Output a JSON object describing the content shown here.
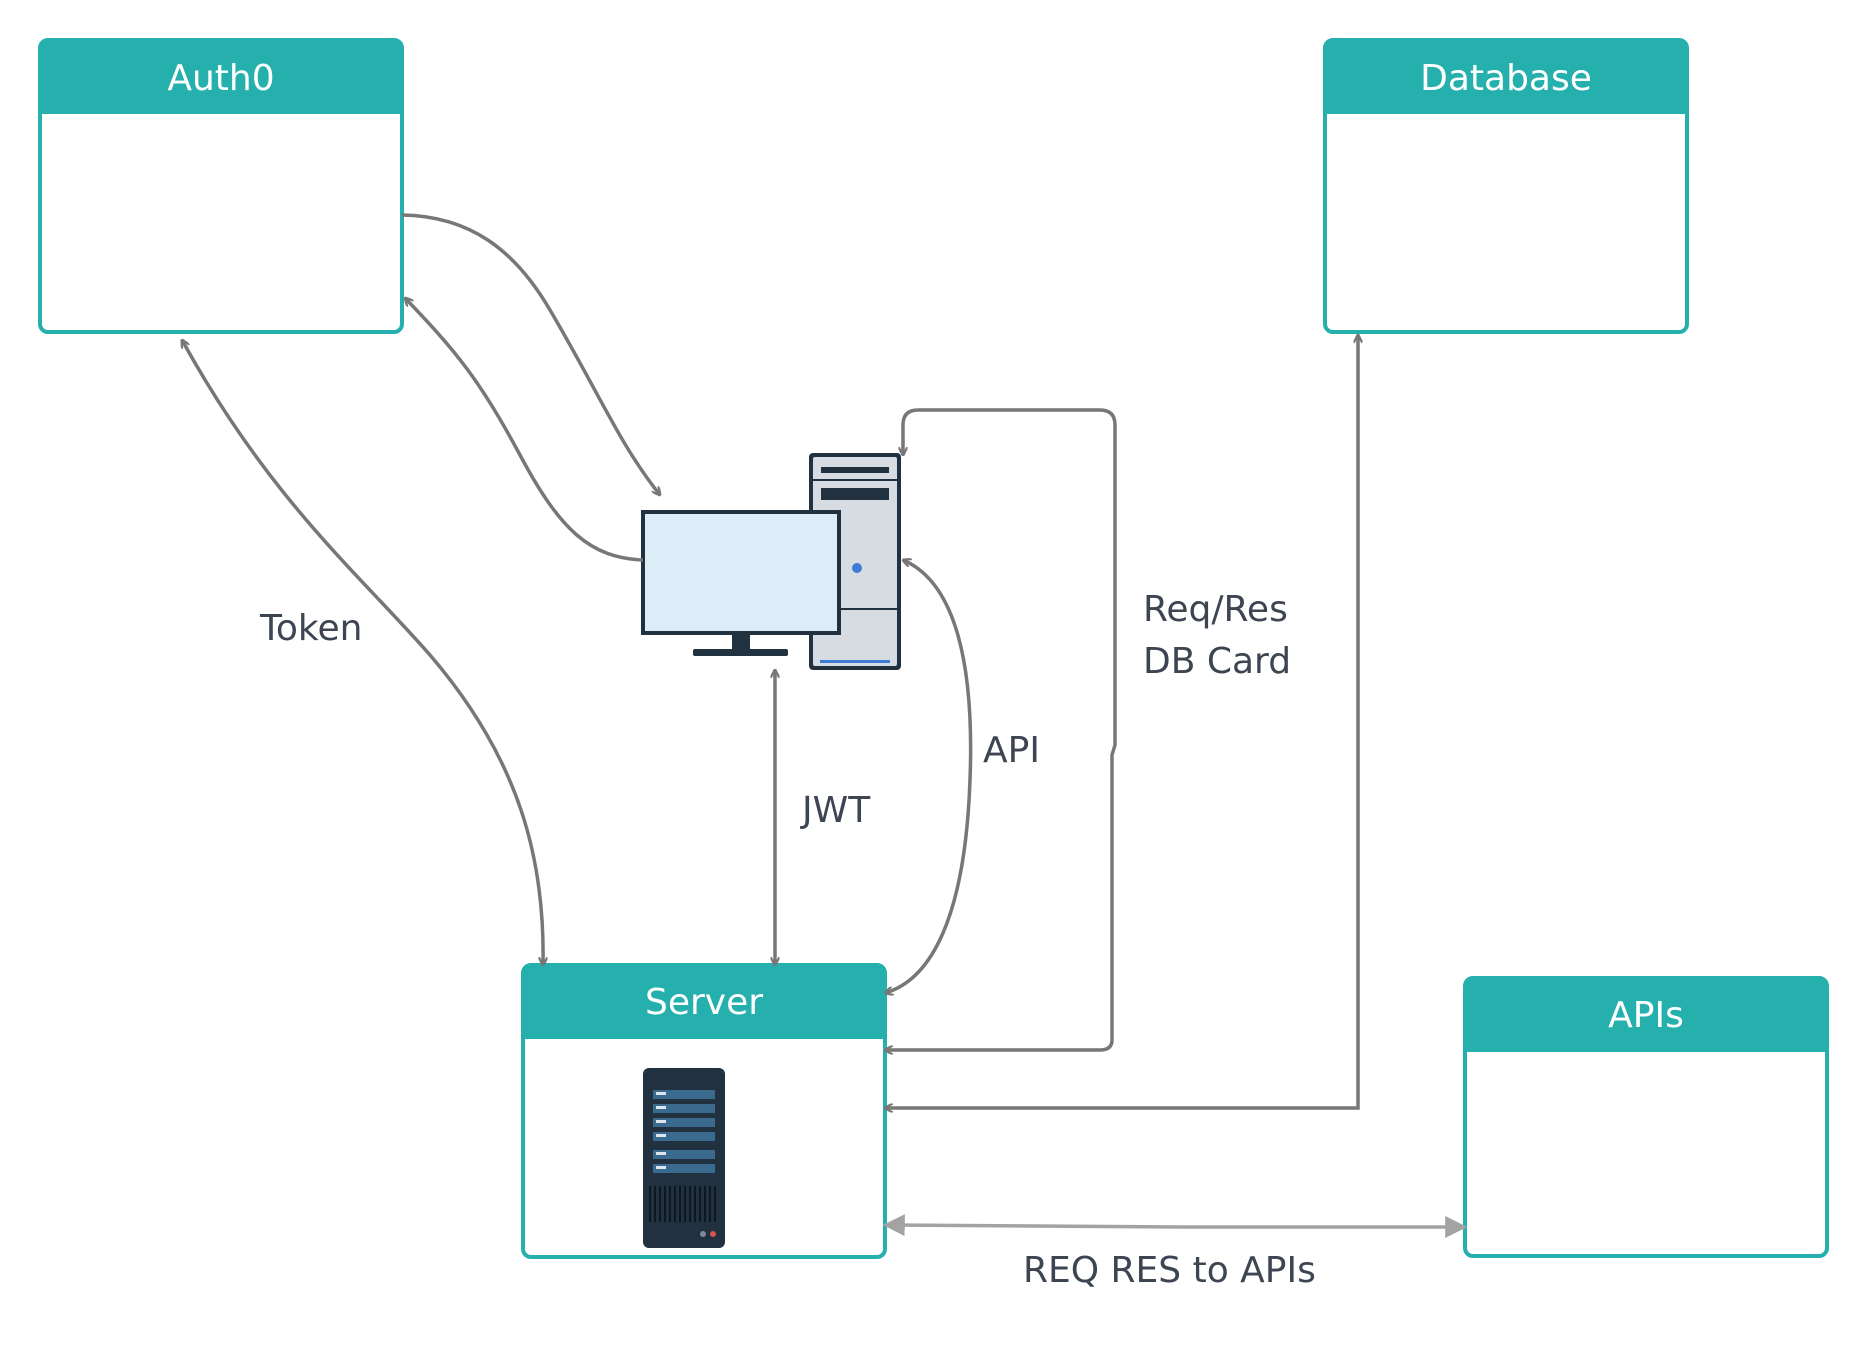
{
  "boxes": {
    "auth0": {
      "title": "Auth0"
    },
    "database": {
      "title": "Database"
    },
    "server": {
      "title": "Server"
    },
    "apis": {
      "title": "APIs"
    }
  },
  "edges": {
    "token": {
      "label": "Token"
    },
    "jwt": {
      "label": "JWT"
    },
    "api": {
      "label": "API"
    },
    "req_res": {
      "label_line1": "Req/Res",
      "label_line2": "DB Card"
    },
    "req_res_apis": {
      "label": "REQ RES to APIs"
    }
  },
  "colors": {
    "box_header": "#26b0ad",
    "box_border": "#26b0ad",
    "edge": "#777777",
    "edge_light": "#a3a3a3",
    "label_text": "#3d4552",
    "monitor_screen": "#dcedf8",
    "device_dark": "#223140"
  },
  "icons": {
    "client": "desktop-computer-icon",
    "server": "server-rack-icon"
  }
}
